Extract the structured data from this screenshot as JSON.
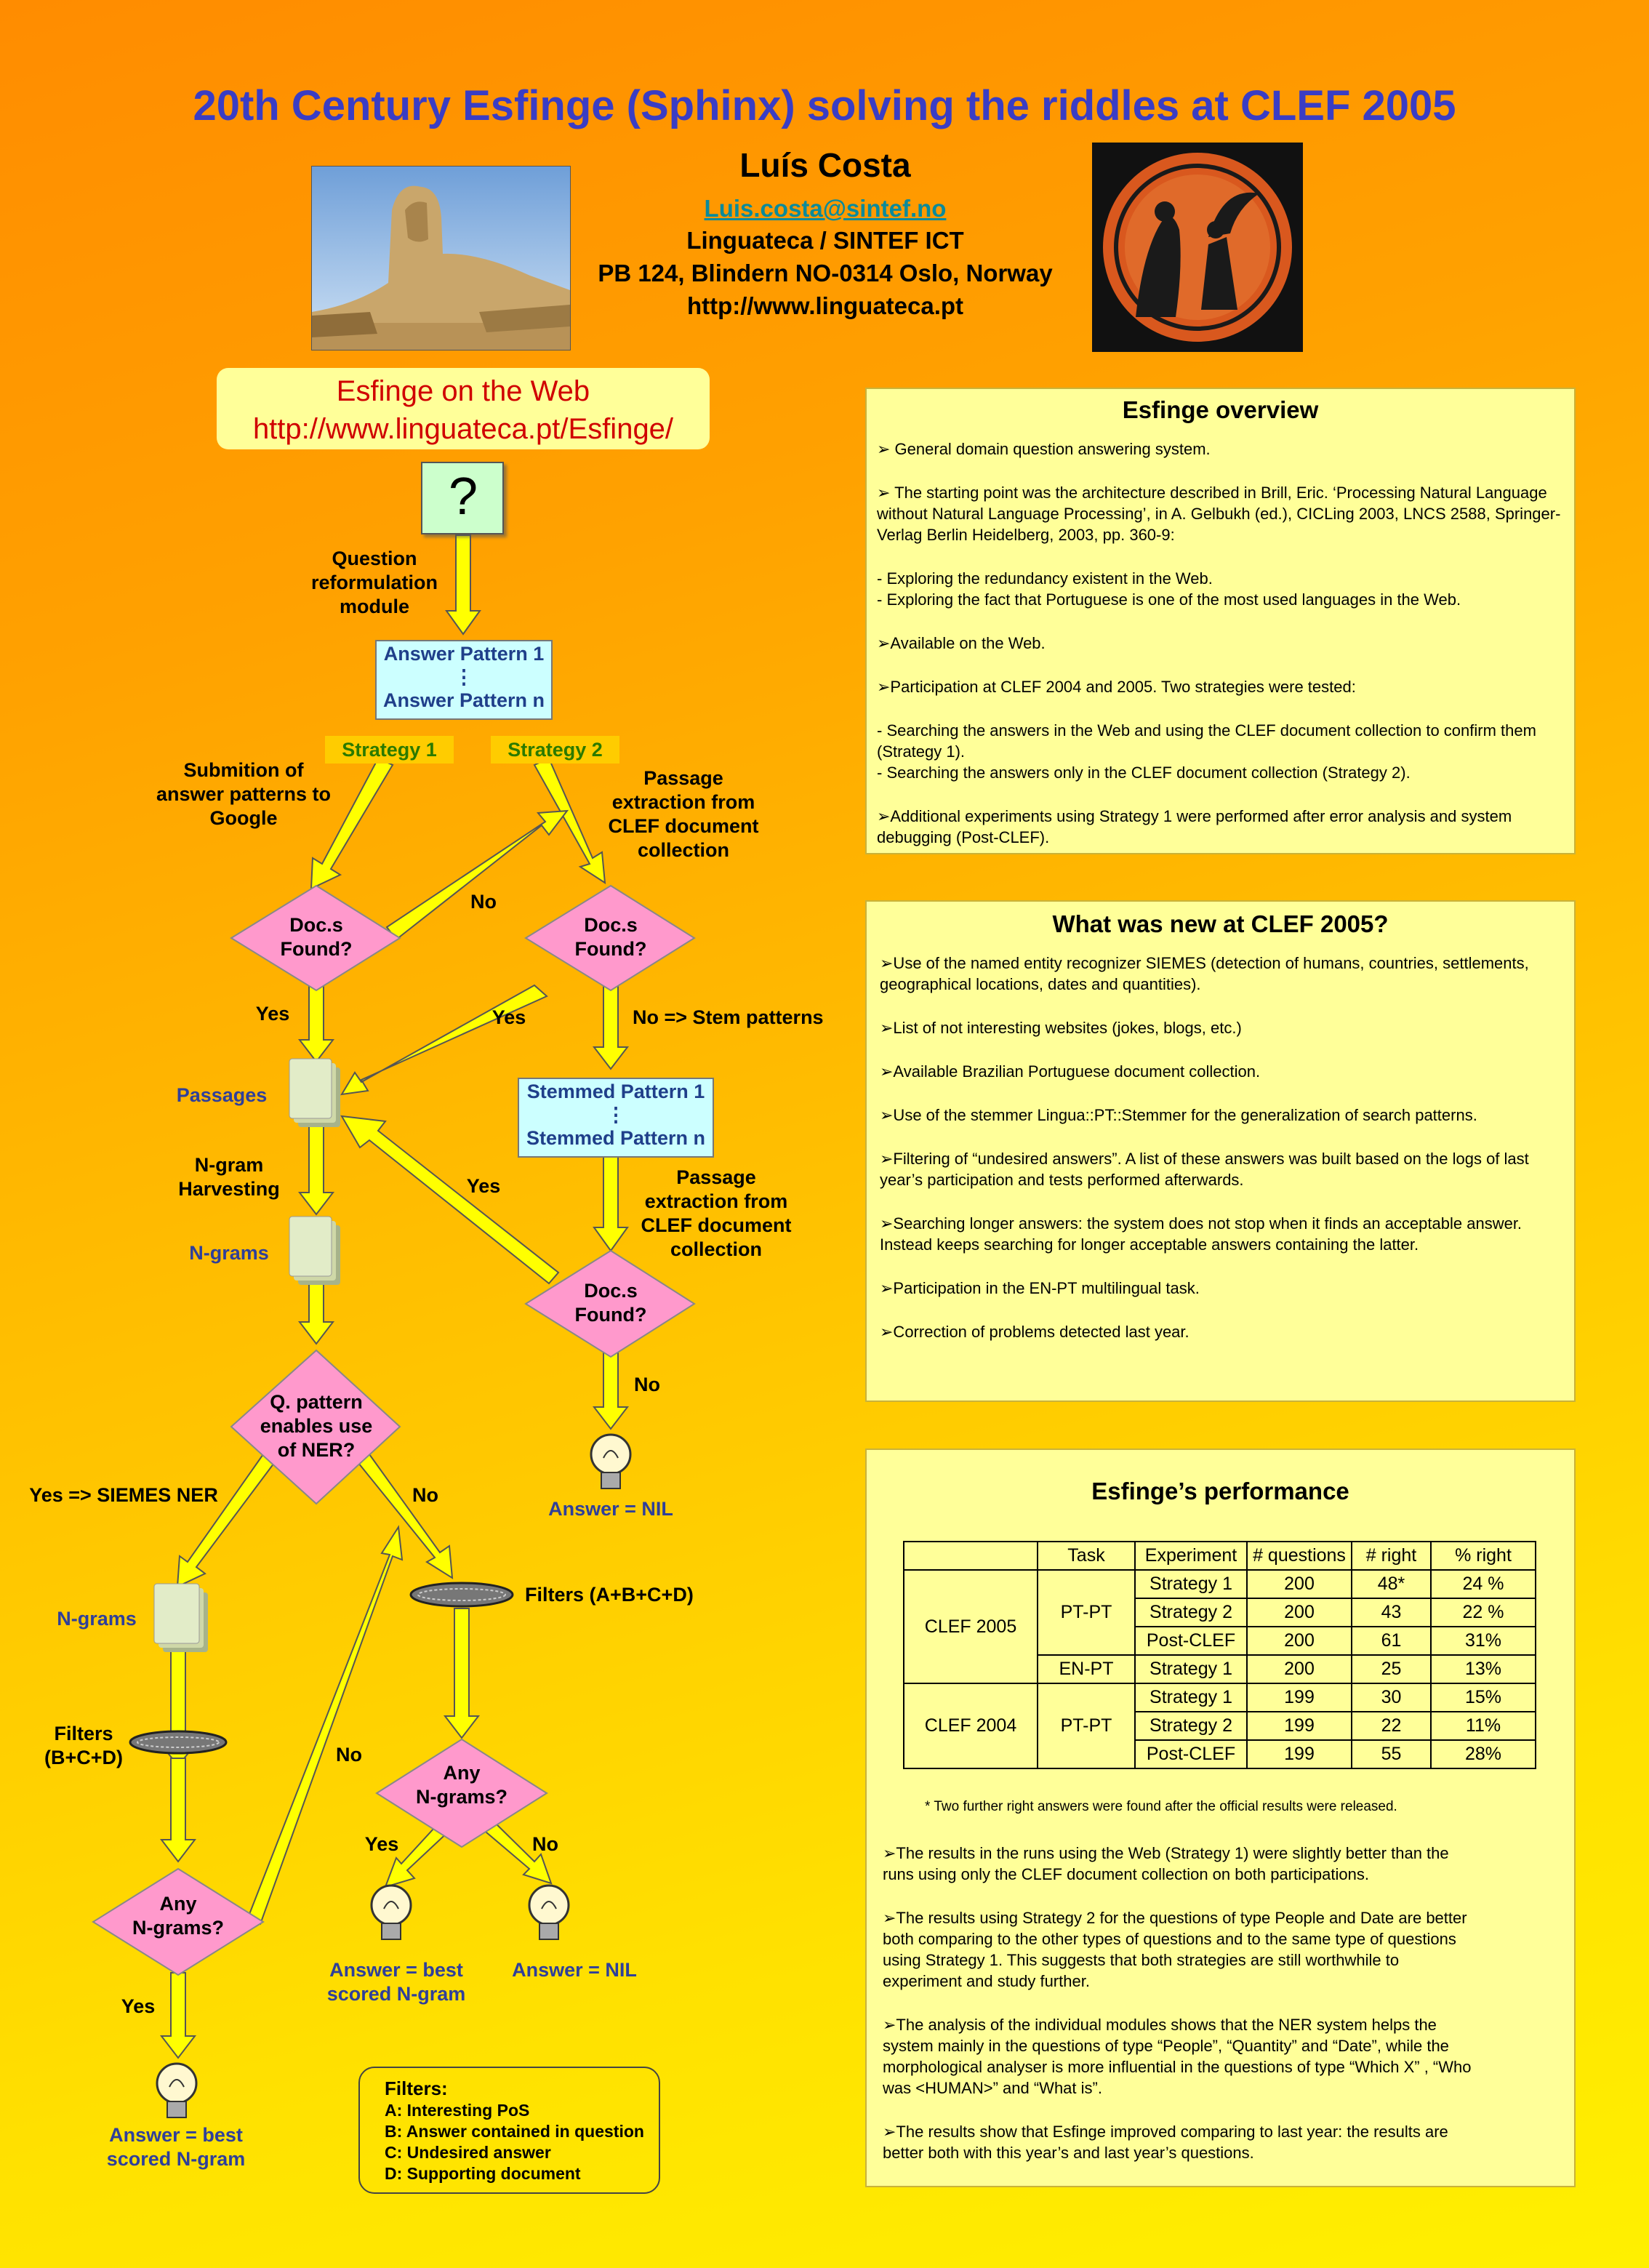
{
  "header": {
    "title": "20th Century Esfinge (Sphinx) solving the riddles at CLEF 2005",
    "author": "Luís Costa",
    "email": "Luis.costa@sintef.no",
    "affiliation": "Linguateca / SINTEF ICT",
    "address": "PB 124, Blindern NO-0314 Oslo, Norway",
    "website": "http://www.linguateca.pt"
  },
  "web_box": {
    "line1": "Esfinge on the Web",
    "line2": "http://www.linguateca.pt/Esfinge/"
  },
  "flowchart": {
    "question_mark": "?",
    "question_reformulation": [
      "Question",
      "reformulation",
      "module"
    ],
    "answer_pattern_1": "Answer Pattern 1",
    "answer_pattern_dots": "⋮",
    "answer_pattern_n": "Answer Pattern n",
    "strategy_1": "Strategy 1",
    "strategy_2": "Strategy 2",
    "submission": [
      "Submition of",
      "answer patterns to",
      "Google"
    ],
    "passage_extraction": [
      "Passage",
      "extraction from",
      "CLEF document",
      "collection"
    ],
    "docs_found": [
      "Doc.s",
      "Found?"
    ],
    "no": "No",
    "yes": "Yes",
    "no_stem": "No => Stem patterns",
    "passages": "Passages",
    "stemmed_pattern_1": "Stemmed Pattern 1",
    "stemmed_pattern_n": "Stemmed Pattern n",
    "ngram_harvesting": [
      "N-gram",
      "Harvesting"
    ],
    "ngrams": "N-grams",
    "q_pattern": [
      "Q. pattern",
      "enables use",
      "of NER?"
    ],
    "yes_siemes": "Yes => SIEMES NER",
    "answer_nil": "Answer = NIL",
    "filters_abcd": "Filters (A+B+C+D)",
    "filters_bcd": [
      "Filters",
      "(B+C+D)"
    ],
    "any_ngrams": [
      "Any",
      "N-grams?"
    ],
    "answer_best": [
      "Answer = best",
      "scored N-gram"
    ],
    "filters_legend": {
      "title": "Filters:",
      "items": [
        "A: Interesting PoS",
        "B: Answer contained in question",
        "C: Undesired answer",
        "D: Supporting document"
      ]
    }
  },
  "overview": {
    "title": "Esfinge overview",
    "items": [
      "➢ General domain question answering system.",
      "➢ The starting point was the architecture described in Brill, Eric. ‘Processing Natural Language without Natural Language Processing’, in A. Gelbukh (ed.), CICLing 2003, LNCS 2588, Springer-Verlag Berlin Heidelberg, 2003, pp. 360-9:",
      "- Exploring the redundancy existent in the Web.",
      "- Exploring the fact that Portuguese is one of the most used languages in the Web.",
      "➢Available on the Web.",
      "➢Participation at CLEF 2004 and 2005. Two strategies were tested:",
      "- Searching the answers in the Web and using the CLEF document collection to confirm them (Strategy 1).",
      "- Searching the answers only in the CLEF document collection (Strategy 2).",
      "➢Additional experiments using Strategy 1 were performed after error analysis and system debugging (Post-CLEF)."
    ]
  },
  "new2005": {
    "title": "What was new at CLEF 2005?",
    "items": [
      "➢Use of the named entity recognizer SIEMES (detection of humans, countries, settlements, geographical locations, dates and quantities).",
      "➢List of not interesting websites (jokes, blogs, etc.)",
      "➢Available Brazilian Portuguese document collection.",
      "➢Use of the stemmer Lingua::PT::Stemmer for the generalization of search patterns.",
      "➢Filtering of “undesired answers”. A list of these answers was built based on the logs of last year’s participation and tests performed afterwards.",
      "➢Searching longer answers: the system does not stop when it finds an acceptable answer. Instead keeps searching for longer acceptable answers containing the latter.",
      "➢Participation in the EN-PT multilingual task.",
      "➢Correction of problems detected last year."
    ]
  },
  "performance": {
    "title": "Esfinge’s performance",
    "headers": [
      "Task",
      "Experiment",
      "# questions",
      "# right",
      "% right"
    ],
    "groups": [
      {
        "campaign": "CLEF 2005",
        "tasks": [
          {
            "task": "PT-PT",
            "rows": [
              [
                "Strategy 1",
                "200",
                "48*",
                "24 %"
              ],
              [
                "Strategy 2",
                "200",
                "43",
                "22 %"
              ],
              [
                "Post-CLEF",
                "200",
                "61",
                "31%"
              ]
            ]
          },
          {
            "task": "EN-PT",
            "rows": [
              [
                "Strategy 1",
                "200",
                "25",
                "13%"
              ]
            ]
          }
        ]
      },
      {
        "campaign": "CLEF 2004",
        "tasks": [
          {
            "task": "PT-PT",
            "rows": [
              [
                "Strategy 1",
                "199",
                "30",
                "15%"
              ],
              [
                "Strategy 2",
                "199",
                "22",
                "11%"
              ],
              [
                "Post-CLEF",
                "199",
                "55",
                "28%"
              ]
            ]
          }
        ]
      }
    ],
    "footnote": "* Two further right answers were found after the official results were released.",
    "items": [
      "➢The results in the runs using the Web (Strategy 1) were slightly better than the runs using only the CLEF document collection on both participations.",
      "➢The results using Strategy 2 for the questions of type People and Date are better both comparing to the other types of questions and to the same type of questions using Strategy 1. This suggests that both strategies are still worthwhile to experiment and study further.",
      "➢The analysis of the individual modules shows that the NER system helps the system mainly in the questions of type “People”, “Quantity” and “Date”, while the morphological analyser is more influential in the questions of type “Which X” , “Who was <HUMAN>” and “What is”.",
      "➢The results show that Esfinge improved comparing to last year: the results are better both with this year’s and last year’s questions."
    ]
  },
  "colors": {
    "title": "#3a3dc4",
    "box_fill": "#ffff99",
    "diamond": "#ff99cc",
    "arrow": "#ffff00",
    "web_text": "#d00000"
  }
}
